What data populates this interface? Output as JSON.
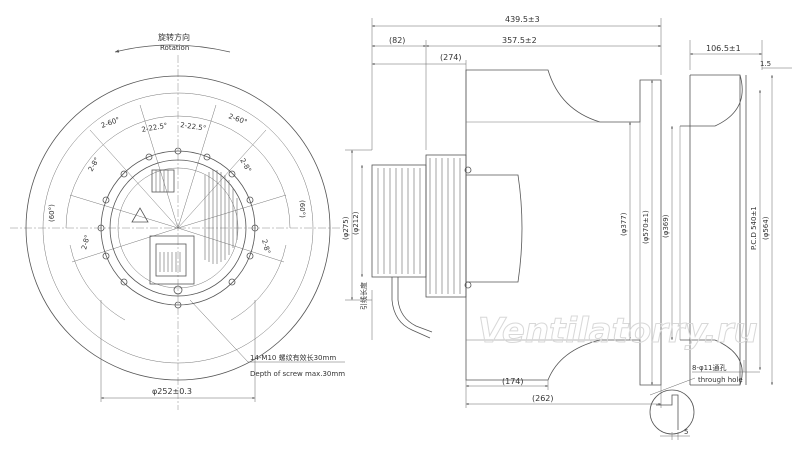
{
  "front_view": {
    "rotation_cn": "旋转方向",
    "rotation_en": "Rotation",
    "angles": [
      "2-60°",
      "2-60°",
      "2-22.5°",
      "2-22.5°",
      "2-8°",
      "2-8°",
      "2-8°",
      "2-8°",
      "(60°)",
      "(60°)"
    ],
    "thread_note_cn": "14-M10 螺纹有效长30mm",
    "thread_note_en": "Depth of screw max.30mm",
    "diameter_label": "φ252±0.3"
  },
  "side_view": {
    "overall_width": "439.5±3",
    "dim_82": "(82)",
    "dim_357": "357.5±2",
    "dim_274": "(274)",
    "dim_174": "(174)",
    "dim_262": "(262)",
    "dia_275": "(φ275)",
    "dia_212": "(φ212)",
    "dia_377": "(φ377)",
    "dia_570": "(φ570±1)",
    "cable_label": "引线长度"
  },
  "inlet_view": {
    "width": "106.5±1",
    "thickness": "1.5",
    "dia_369": "(φ369)",
    "pcd": "P.C.D 540±1",
    "dia_564": "(φ564)",
    "holes_note": "8-φ11通孔",
    "holes_note_en": "through hole",
    "detail_dim": "5"
  },
  "watermark": "Ventilatorry.ru"
}
